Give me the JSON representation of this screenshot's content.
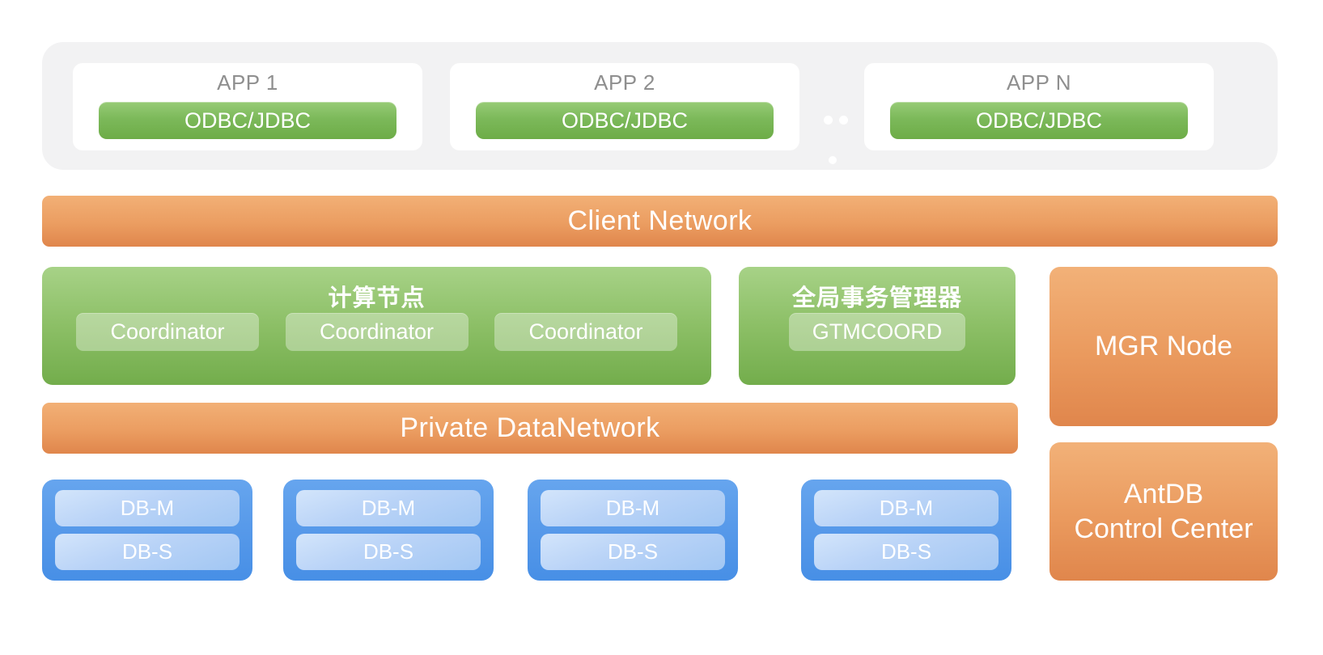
{
  "app_layer": {
    "apps": [
      {
        "title": "APP 1",
        "button": "ODBC/JDBC"
      },
      {
        "title": "APP 2",
        "button": "ODBC/JDBC"
      },
      {
        "title": "APP N",
        "button": "ODBC/JDBC"
      }
    ]
  },
  "client_network": {
    "label": "Client Network"
  },
  "compute": {
    "title": "计算节点",
    "nodes": [
      "Coordinator",
      "Coordinator",
      "Coordinator"
    ]
  },
  "gtm": {
    "title": "全局事务管理器",
    "button": "GTMCOORD"
  },
  "mgr": {
    "label": "MGR Node"
  },
  "private_network": {
    "label": "Private DataNetwork"
  },
  "db_groups": [
    {
      "master": "DB-M",
      "slave": "DB-S"
    },
    {
      "master": "DB-M",
      "slave": "DB-S"
    },
    {
      "master": "DB-M",
      "slave": "DB-S"
    },
    {
      "master": "DB-M",
      "slave": "DB-S"
    }
  ],
  "control_center": {
    "line1": "AntDB",
    "line2": "Control Center"
  },
  "colors": {
    "app_layer_bg": "#f2f2f3",
    "card_bg": "#ffffff",
    "app_title_text": "#8f8f8f",
    "green_top": "#a7d287",
    "green_bottom": "#73ad4c",
    "orange_top": "#f2b178",
    "orange_bottom": "#e0864c",
    "blue_top": "#66a5ee",
    "blue_bottom": "#478fe6",
    "light_blue_btn": "#b9d3f7",
    "label_text": "#ffffff"
  }
}
